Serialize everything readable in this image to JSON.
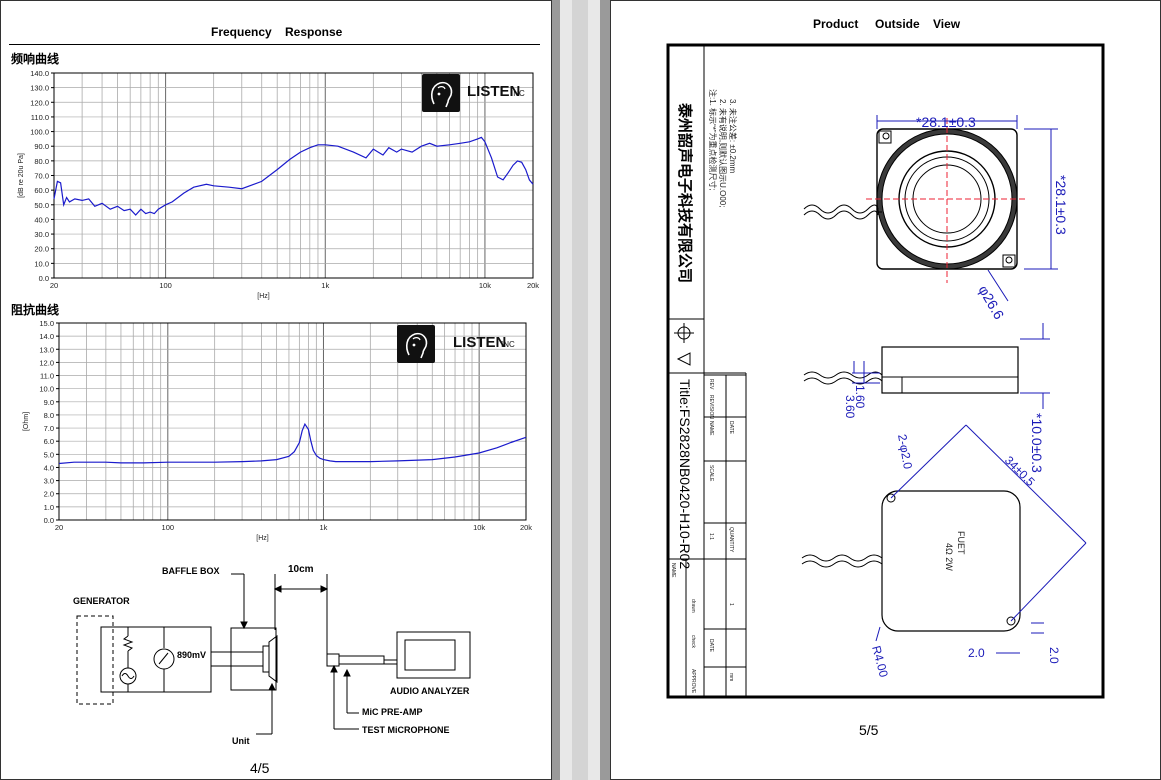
{
  "page_left": {
    "title_word1": "Frequency",
    "title_word2": "Response",
    "freq_section_label": "频响曲线",
    "imp_section_label": "阻抗曲线",
    "logo_text": "LISTEN",
    "logo_suffix": "INC",
    "freq_chart_ylabel": "[dB re 20u Pa]",
    "imp_chart_ylabel": "[Ohm]",
    "x_axis_label": "[Hz]",
    "page_number": "4/5",
    "diagram": {
      "generator": "GENERATOR",
      "baffle_box": "BAFFLE BOX",
      "distance": "10cm",
      "voltage": "890mV",
      "audio_analyzer": "AUDIO ANALYZER",
      "mic_preamp": "MiC PRE-AMP",
      "test_mic": "TEST MiCROPHONE",
      "unit": "Unit"
    }
  },
  "page_right": {
    "title_word1": "Product",
    "title_word2": "Outside",
    "title_word3": "View",
    "company": "泰州韶声电子科技有限公司",
    "notes": [
      "注:1. 标示“*”为重点检测尺寸;",
      "2. 未有说明,则默认图示U.O00;",
      "3. 未注公差: ±0.2mm"
    ],
    "title_block_title": "Title:FS2828NB0420-H10-R02",
    "title_block_cells": [
      "REV",
      "REVISION",
      "NAME",
      "DATE",
      "SCALE",
      "1:1",
      "QUANTITY",
      "1",
      "NAME",
      "drawn",
      "check",
      "APPROVE",
      "DATE",
      "mm"
    ],
    "dims": {
      "width_top": "*28.1±0.3",
      "height_right": "*28.1±0.3",
      "diameter": "φ26.6",
      "thickness": "*10.0±0.3",
      "lead1": "1.60",
      "lead2": "3.60",
      "holes": "2-φ2.0",
      "diag": "34±0.5",
      "hole_off_x": "2.0",
      "hole_off_y": "2.0",
      "radius": "R4.00",
      "label_brand": "FUET",
      "label_spec": "4Ω 2W"
    },
    "page_number": "5/5"
  },
  "chart_data": [
    {
      "type": "line",
      "title": "频响曲线",
      "ylabel": "[dB re 20u Pa]",
      "xlabel": "[Hz]",
      "x_scale": "log",
      "xlim": [
        20,
        20000
      ],
      "ylim": [
        0,
        140
      ],
      "yticks": [
        "0.0",
        "10.0",
        "20.0",
        "30.0",
        "40.0",
        "50.0",
        "60.0",
        "70.0",
        "80.0",
        "90.0",
        "100.0",
        "110.0",
        "120.0",
        "130.0",
        "140.0"
      ],
      "xticks": [
        "20",
        "100",
        "1k",
        "10k",
        "20k"
      ],
      "grid": true,
      "color": "#1a1acc",
      "series": [
        {
          "x": [
            20,
            21,
            22,
            23,
            24,
            25,
            27,
            30,
            33,
            36,
            40,
            45,
            50,
            55,
            60,
            65,
            70,
            75,
            80,
            85,
            90,
            100,
            110,
            130,
            150,
            180,
            200,
            250,
            300,
            400,
            500,
            600,
            700,
            800,
            900,
            1000,
            1200,
            1500,
            1800,
            2000,
            2300,
            2500,
            2800,
            3000,
            3500,
            4000,
            4500,
            5000,
            6000,
            7000,
            8000,
            9000,
            9500,
            10000,
            11000,
            12000,
            13000,
            14000,
            15000,
            16000,
            17000,
            18000,
            19000,
            20000
          ],
          "y": [
            54,
            66,
            65,
            50,
            55,
            52,
            54,
            53,
            54,
            49,
            51,
            47,
            49,
            46,
            47,
            43,
            47,
            44,
            45,
            44,
            47,
            50,
            52,
            58,
            62,
            64,
            63,
            62,
            61,
            66,
            74,
            81,
            86,
            89,
            91,
            91,
            90,
            86,
            82,
            88,
            84,
            89,
            86,
            88,
            86,
            90,
            92,
            90,
            91,
            92,
            93,
            95,
            96,
            93,
            82,
            69,
            67,
            72,
            77,
            80,
            79,
            74,
            67,
            64
          ]
        }
      ]
    },
    {
      "type": "line",
      "title": "阻抗曲线",
      "ylabel": "[Ohm]",
      "xlabel": "[Hz]",
      "x_scale": "log",
      "xlim": [
        20,
        20000
      ],
      "ylim": [
        0,
        15
      ],
      "yticks": [
        "0.0",
        "1.0",
        "2.0",
        "3.0",
        "4.0",
        "5.0",
        "6.0",
        "7.0",
        "8.0",
        "9.0",
        "10.0",
        "11.0",
        "12.0",
        "13.0",
        "14.0",
        "15.0"
      ],
      "xticks": [
        "20",
        "100",
        "1k",
        "10k",
        "20k"
      ],
      "grid": true,
      "color": "#1a1acc",
      "series": [
        {
          "x": [
            20,
            25,
            30,
            40,
            50,
            70,
            100,
            150,
            200,
            300,
            400,
            500,
            600,
            650,
            700,
            730,
            760,
            800,
            830,
            860,
            900,
            950,
            1000,
            1100,
            1200,
            1500,
            2000,
            3000,
            5000,
            7000,
            10000,
            13000,
            16000,
            20000
          ],
          "y": [
            4.3,
            4.4,
            4.4,
            4.4,
            4.35,
            4.35,
            4.4,
            4.4,
            4.4,
            4.45,
            4.5,
            4.6,
            4.85,
            5.2,
            5.9,
            6.8,
            7.3,
            6.9,
            6.0,
            5.3,
            4.9,
            4.7,
            4.6,
            4.5,
            4.45,
            4.45,
            4.45,
            4.5,
            4.6,
            4.8,
            5.1,
            5.5,
            5.9,
            6.3
          ]
        }
      ]
    }
  ]
}
